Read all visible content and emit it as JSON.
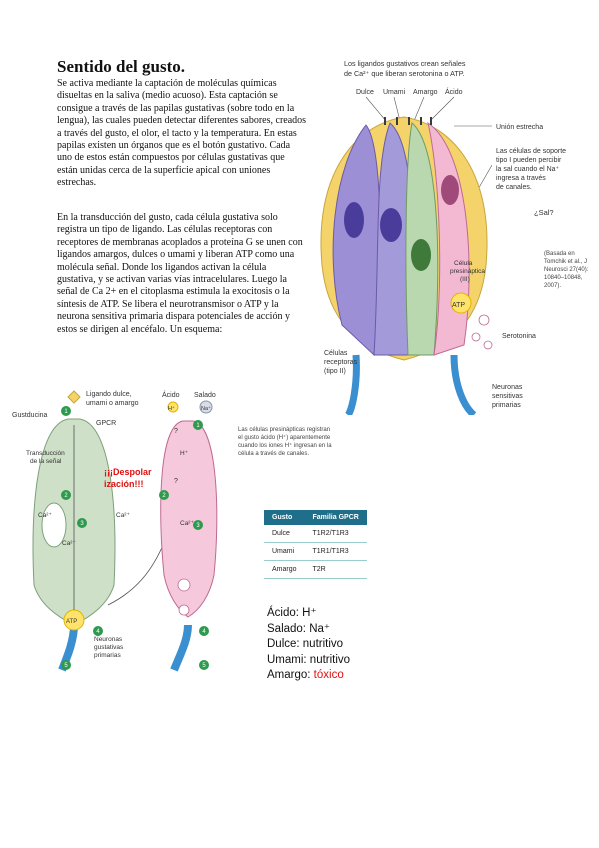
{
  "doc": {
    "title": "Sentido del gusto.",
    "p1": "Se activa mediante la captación de moléculas químicas disueltas en la saliva (medio acuoso). Esta captación se consigue a través de las papilas gustativas (sobre todo en la lengua), las cuales pueden detectar diferentes sabores, creados a través del gusto, el olor, el tacto y la temperatura. En estas papilas existen un órganos que es el botón gustativo. Cada uno de estos están compuestos por células gustativas que están unidas cerca de la superficie apical con uniones estrechas.",
    "p2": "En la transducción del gusto, cada célula gustativa solo registra un tipo de ligando. Las células receptoras con receptores de membranas acoplados a proteína G se unen con ligandos amargos, dulces o umami y liberan ATP como una molécula señal. Donde los ligandos activan la célula gustativa, y se activan varias vías intracelulares. Luego la señal de Ca 2+ en el citoplasma estimula la exocitosis o la síntesis de ATP. Se libera el neurotransmisor o ATP y la neurona sensitiva primaria dispara potenciales de acción y estos se dirigen al encéfalo. Un esquema:"
  },
  "fig1": {
    "top_caption_1": "Los ligandos gustativos crean señales",
    "top_caption_2": "de Ca²⁺ que liberan serotonina o ATP.",
    "lbl_dulce": "Dulce",
    "lbl_umami": "Umami",
    "lbl_amargo": "Amargo",
    "lbl_acido": "Ácido",
    "union": "Unión estrecha",
    "soporte_1": "Las células de soporte",
    "soporte_2": "tipo I pueden percibir",
    "soporte_3": "la sal cuando el Na⁺",
    "soporte_4": "ingresa a través",
    "soporte_5": "de canales.",
    "sal": "¿Sal?",
    "source_1": "(Basada en",
    "source_2": "Tomchik et al., J",
    "source_3": "Neurosci 27(40):",
    "source_4": "10840–10848,",
    "source_5": "2007).",
    "presin_1": "Célula",
    "presin_2": "presináptica",
    "presin_3": "(III)",
    "atp": "ATP",
    "serotonina": "Serotonina",
    "receptoras_1": "Células",
    "receptoras_2": "receptoras",
    "receptoras_3": "(tipo II)",
    "neuronas_1": "Neuronas",
    "neuronas_2": "sensitivas",
    "neuronas_3": "primarias"
  },
  "fig2": {
    "ligando_1": "Ligando dulce,",
    "ligando_2": "umami o amargo",
    "gustducina": "Gustducina",
    "gpcr": "GPCR",
    "transduccion_1": "Transducción",
    "transduccion_2": "de la señal",
    "despolar_1": "¡¡¡Despolar",
    "despolar_2": "ización!!!",
    "ca": "Ca²⁺",
    "ca_left": "Ca²⁺",
    "ca_store": "Ca²⁺",
    "ca_right": "Ca²⁺",
    "atp": "ATP",
    "acido": "Ácido",
    "salado": "Salado",
    "h": "H⁺",
    "na": "Na⁺",
    "h_cell": "H⁺",
    "q1": "?",
    "q2": "?",
    "presin_1": "Las células presinápticas registran",
    "presin_2": "el gusto ácido (H⁺) aparentemente",
    "presin_3": "cuando los iones H⁺ ingresan en la",
    "presin_4": "célula a través de canales.",
    "neuronas_1": "Neuronas",
    "neuronas_2": "gustativas",
    "neuronas_3": "primarias",
    "n1": "1",
    "n2": "2",
    "n3": "3",
    "n4": "4",
    "n5": "5",
    "m1": "1",
    "m2": "2",
    "m3": "3",
    "m4": "4",
    "m5": "5"
  },
  "table": {
    "headers": [
      "Gusto",
      "Familia GPCR"
    ],
    "rows": [
      [
        "Dulce",
        "T1R2/T1R3"
      ],
      [
        "Umami",
        "T1R1/T1R3"
      ],
      [
        "Amargo",
        "T2R"
      ]
    ]
  },
  "summary": {
    "acido": "Ácido: H⁺",
    "salado": "Salado: Na⁺",
    "dulce": "Dulce: nutritivo",
    "umami": "Umami: nutritivo",
    "amargo_label": "Amargo: ",
    "amargo_value": "tóxico"
  },
  "colors": {
    "accent_red": "#e01010",
    "table_header": "#1f6f8b",
    "cell_green": "#cfe0c8",
    "cell_pink": "#f6c8dc",
    "neuron_blue": "#3a8fd0"
  }
}
